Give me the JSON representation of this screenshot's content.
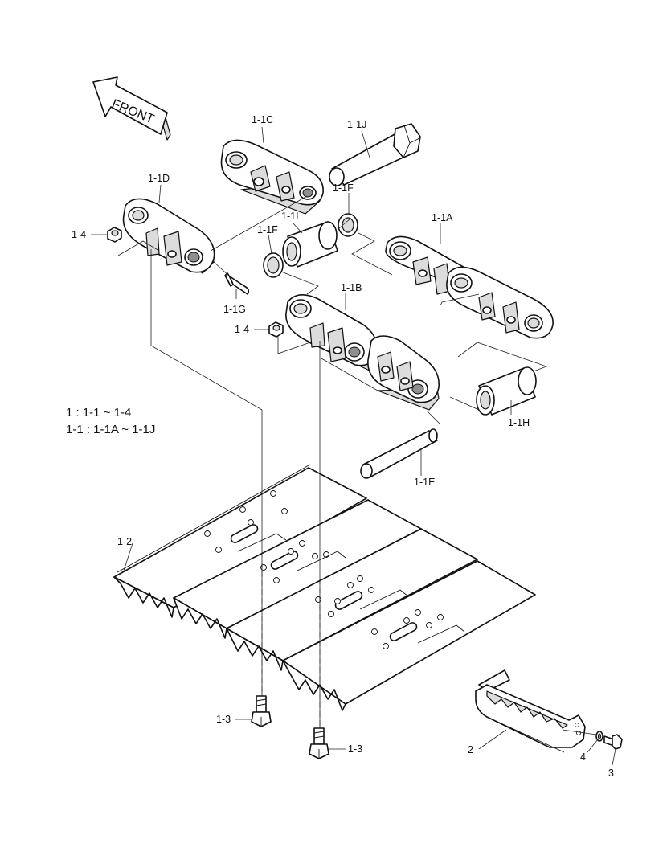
{
  "front_arrow": {
    "text": "FRONT"
  },
  "legend": {
    "line1": "1 : 1-1 ~ 1-4",
    "line2": "1-1 : 1-1A ~ 1-1J"
  },
  "callouts": {
    "c_1_1C": "1-1C",
    "c_1_1J": "1-1J",
    "c_1_1D": "1-1D",
    "c_1_1F_top": "1-1F",
    "c_1_1I": "1-1I",
    "c_1_1F_left": "1-1F",
    "c_1_1A": "1-1A",
    "c_1_4_top": "1-4",
    "c_1_1G": "1-1G",
    "c_1_1B": "1-1B",
    "c_1_4_mid": "1-4",
    "c_1_1H": "1-1H",
    "c_1_1E": "1-1E",
    "c_1_2": "1-2",
    "c_1_3_left": "1-3",
    "c_1_3_right": "1-3",
    "c_2": "2",
    "c_4": "4",
    "c_3": "3"
  }
}
